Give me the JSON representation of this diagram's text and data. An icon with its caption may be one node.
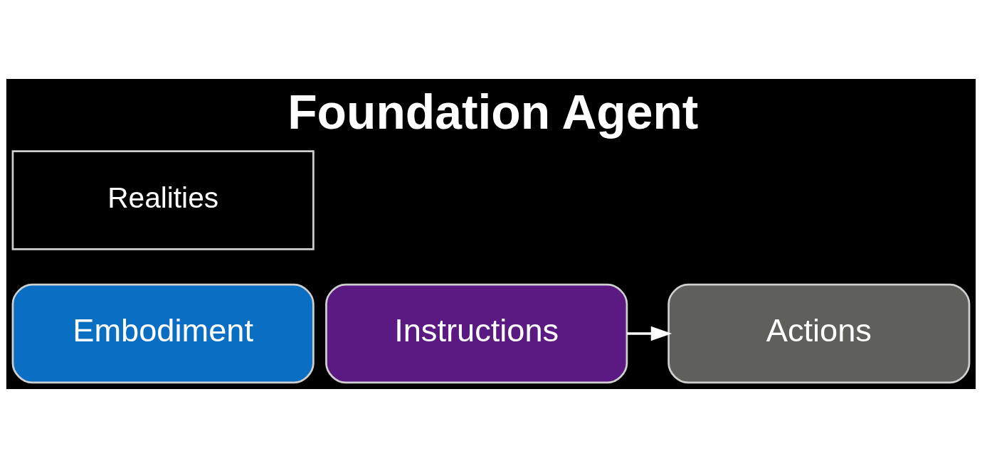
{
  "diagram": {
    "title": "Foundation Agent",
    "nodes": [
      {
        "text": [
          "Embodiment"
        ]
      },
      {
        "text": [
          "Instructions"
        ]
      },
      {
        "text": [
          "Actions"
        ]
      }
    ],
    "edges": [
      {
        "from": 1,
        "to": 2,
        "arrow": "to"
      }
    ],
    "labels": [
      "Realities"
    ]
  }
}
